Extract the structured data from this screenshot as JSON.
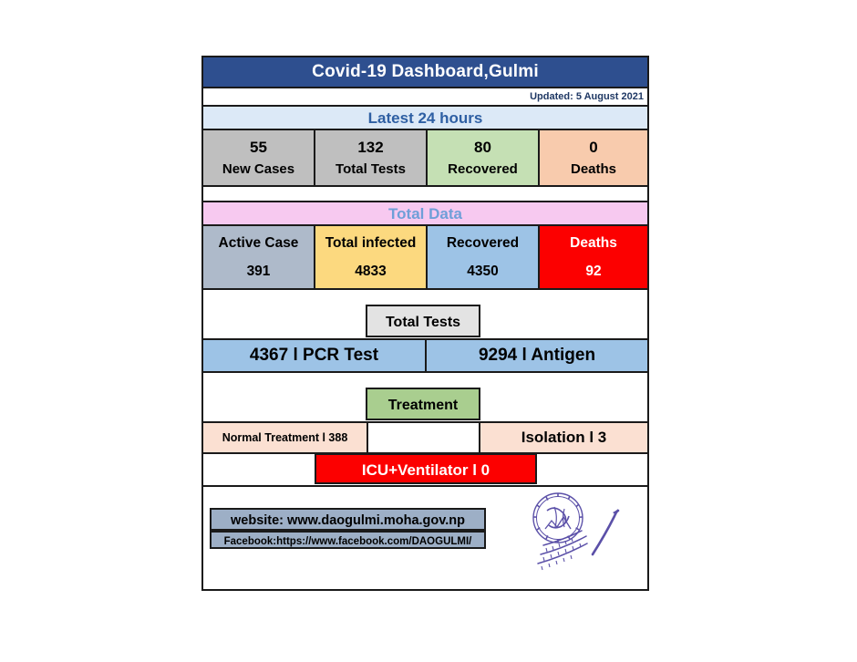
{
  "header": {
    "title": "Covid-19 Dashboard,Gulmi",
    "updated": "Updated: 5 August 2021",
    "title_bg": "#2e4f8f",
    "title_color": "#ffffff"
  },
  "latest": {
    "band_label": "Latest 24 hours",
    "band_bg": "#dce9f7",
    "band_color": "#2e5fa3",
    "cells": [
      {
        "value": "55",
        "label": "New Cases",
        "bg": "#bfbfbf"
      },
      {
        "value": "132",
        "label": "Total Tests",
        "bg": "#bfbfbf"
      },
      {
        "value": "80",
        "label": "Recovered",
        "bg": "#c5e0b4"
      },
      {
        "value": "0",
        "label": "Deaths",
        "bg": "#f8cbad"
      }
    ]
  },
  "total": {
    "band_label": "Total Data",
    "band_bg": "#f7c9f0",
    "band_color": "#6f9fd8",
    "cells": [
      {
        "label": "Active Case",
        "value": "391",
        "bg": "#aebaca",
        "text": "#000000"
      },
      {
        "label": "Total infected",
        "value": "4833",
        "bg": "#fcd97f",
        "text": "#000000"
      },
      {
        "label": "Recovered",
        "value": "4350",
        "bg": "#9dc3e6",
        "text": "#000000"
      },
      {
        "label": "Deaths",
        "value": "92",
        "bg": "#fc0000",
        "text": "#ffffff"
      }
    ]
  },
  "tests": {
    "badge_label": "Total Tests",
    "badge_bg": "#e3e3e3",
    "pcr": "4367 l PCR Test",
    "antigen": "9294 l Antigen",
    "row_bg": "#9dc3e6"
  },
  "treatment": {
    "badge_label": "Treatment",
    "badge_bg": "#a9ce8f",
    "normal": "Normal Treatment  l 388",
    "middle": "",
    "isolation": "Isolation  l 3",
    "icu": "ICU+Ventilator  l  0",
    "icu_bg": "#fc0000",
    "icu_color": "#ffffff",
    "cell_bg": "#fbe0d2"
  },
  "footer": {
    "website": "website: www.daogulmi.moha.gov.np",
    "facebook": "Facebook:https://www.facebook.com/DAOGULMI/",
    "badge_bg": "#9dafc6",
    "logo_color": "#5b50a8",
    "logo_name": "nepal-government-district-administration-office-gulmi-seal"
  }
}
